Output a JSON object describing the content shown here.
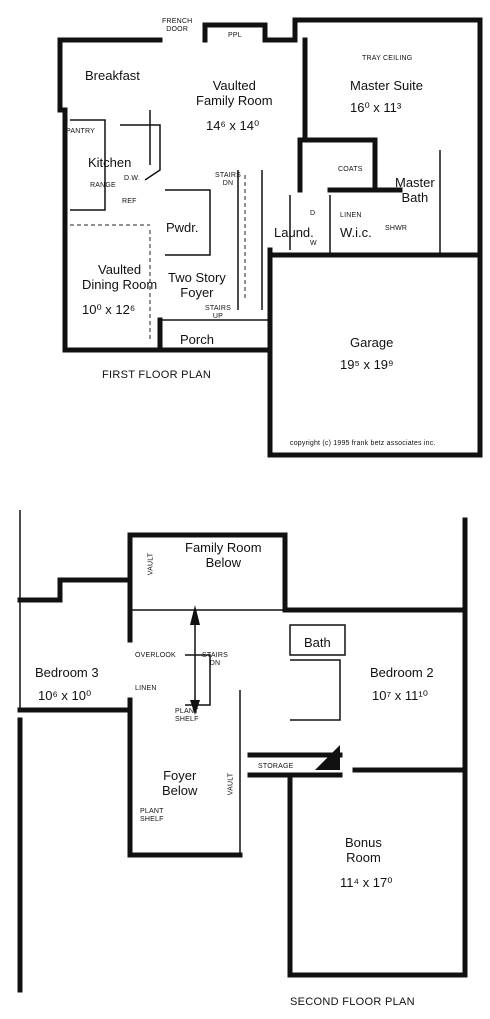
{
  "first_floor": {
    "title": "FIRST FLOOR PLAN",
    "copyright": "copyright (c) 1995 frank betz associates inc.",
    "rooms": {
      "breakfast": "Breakfast",
      "family_room": "Vaulted\nFamily Room",
      "family_room_dim": "14⁶ x 14⁰",
      "master_suite": "Master Suite",
      "master_suite_dim": "16⁰ x 11³",
      "tray_ceiling": "TRAY CEILING",
      "kitchen": "Kitchen",
      "master_bath": "Master\nBath",
      "pwdr": "Pwdr.",
      "laund": "Laund.",
      "wic": "W.i.c.",
      "dining": "Vaulted\nDining Room",
      "dining_dim": "10⁰ x 12⁶",
      "foyer": "Two Story\nFoyer",
      "porch": "Porch",
      "garage": "Garage",
      "garage_dim": "19⁵ x 19⁹"
    },
    "small_labels": {
      "french_door": "FRENCH\nDOOR",
      "ppl": "PPL",
      "pantry": "PANTRY",
      "range": "RANGE",
      "dw": "D.W.",
      "ref": "REF",
      "stairs_dn": "STAIRS\nDN",
      "stairs_up": "STAIRS\nUP",
      "coats": "COATS",
      "linen": "LINEN",
      "shwr": "SHWR",
      "d": "D",
      "w": "W"
    }
  },
  "second_floor": {
    "title": "SECOND FLOOR PLAN",
    "rooms": {
      "family_below": "Family Room\nBelow",
      "bedroom3": "Bedroom 3",
      "bedroom3_dim": "10⁶ x 10⁰",
      "bath": "Bath",
      "bedroom2": "Bedroom 2",
      "bedroom2_dim": "10⁷ x 11¹⁰",
      "foyer_below": "Foyer\nBelow",
      "bonus": "Bonus\nRoom",
      "bonus_dim": "11⁴ x 17⁰"
    },
    "small_labels": {
      "vault_left": "VAULT",
      "vault_right": "VAULT",
      "overlook": "OVERLOOK",
      "stairs_dn": "STAIRS\nDN",
      "linen": "LINEN",
      "plant_shelf_1": "PLANT\nSHELF",
      "plant_shelf_2": "PLANT\nSHELF",
      "storage": "STORAGE"
    }
  }
}
